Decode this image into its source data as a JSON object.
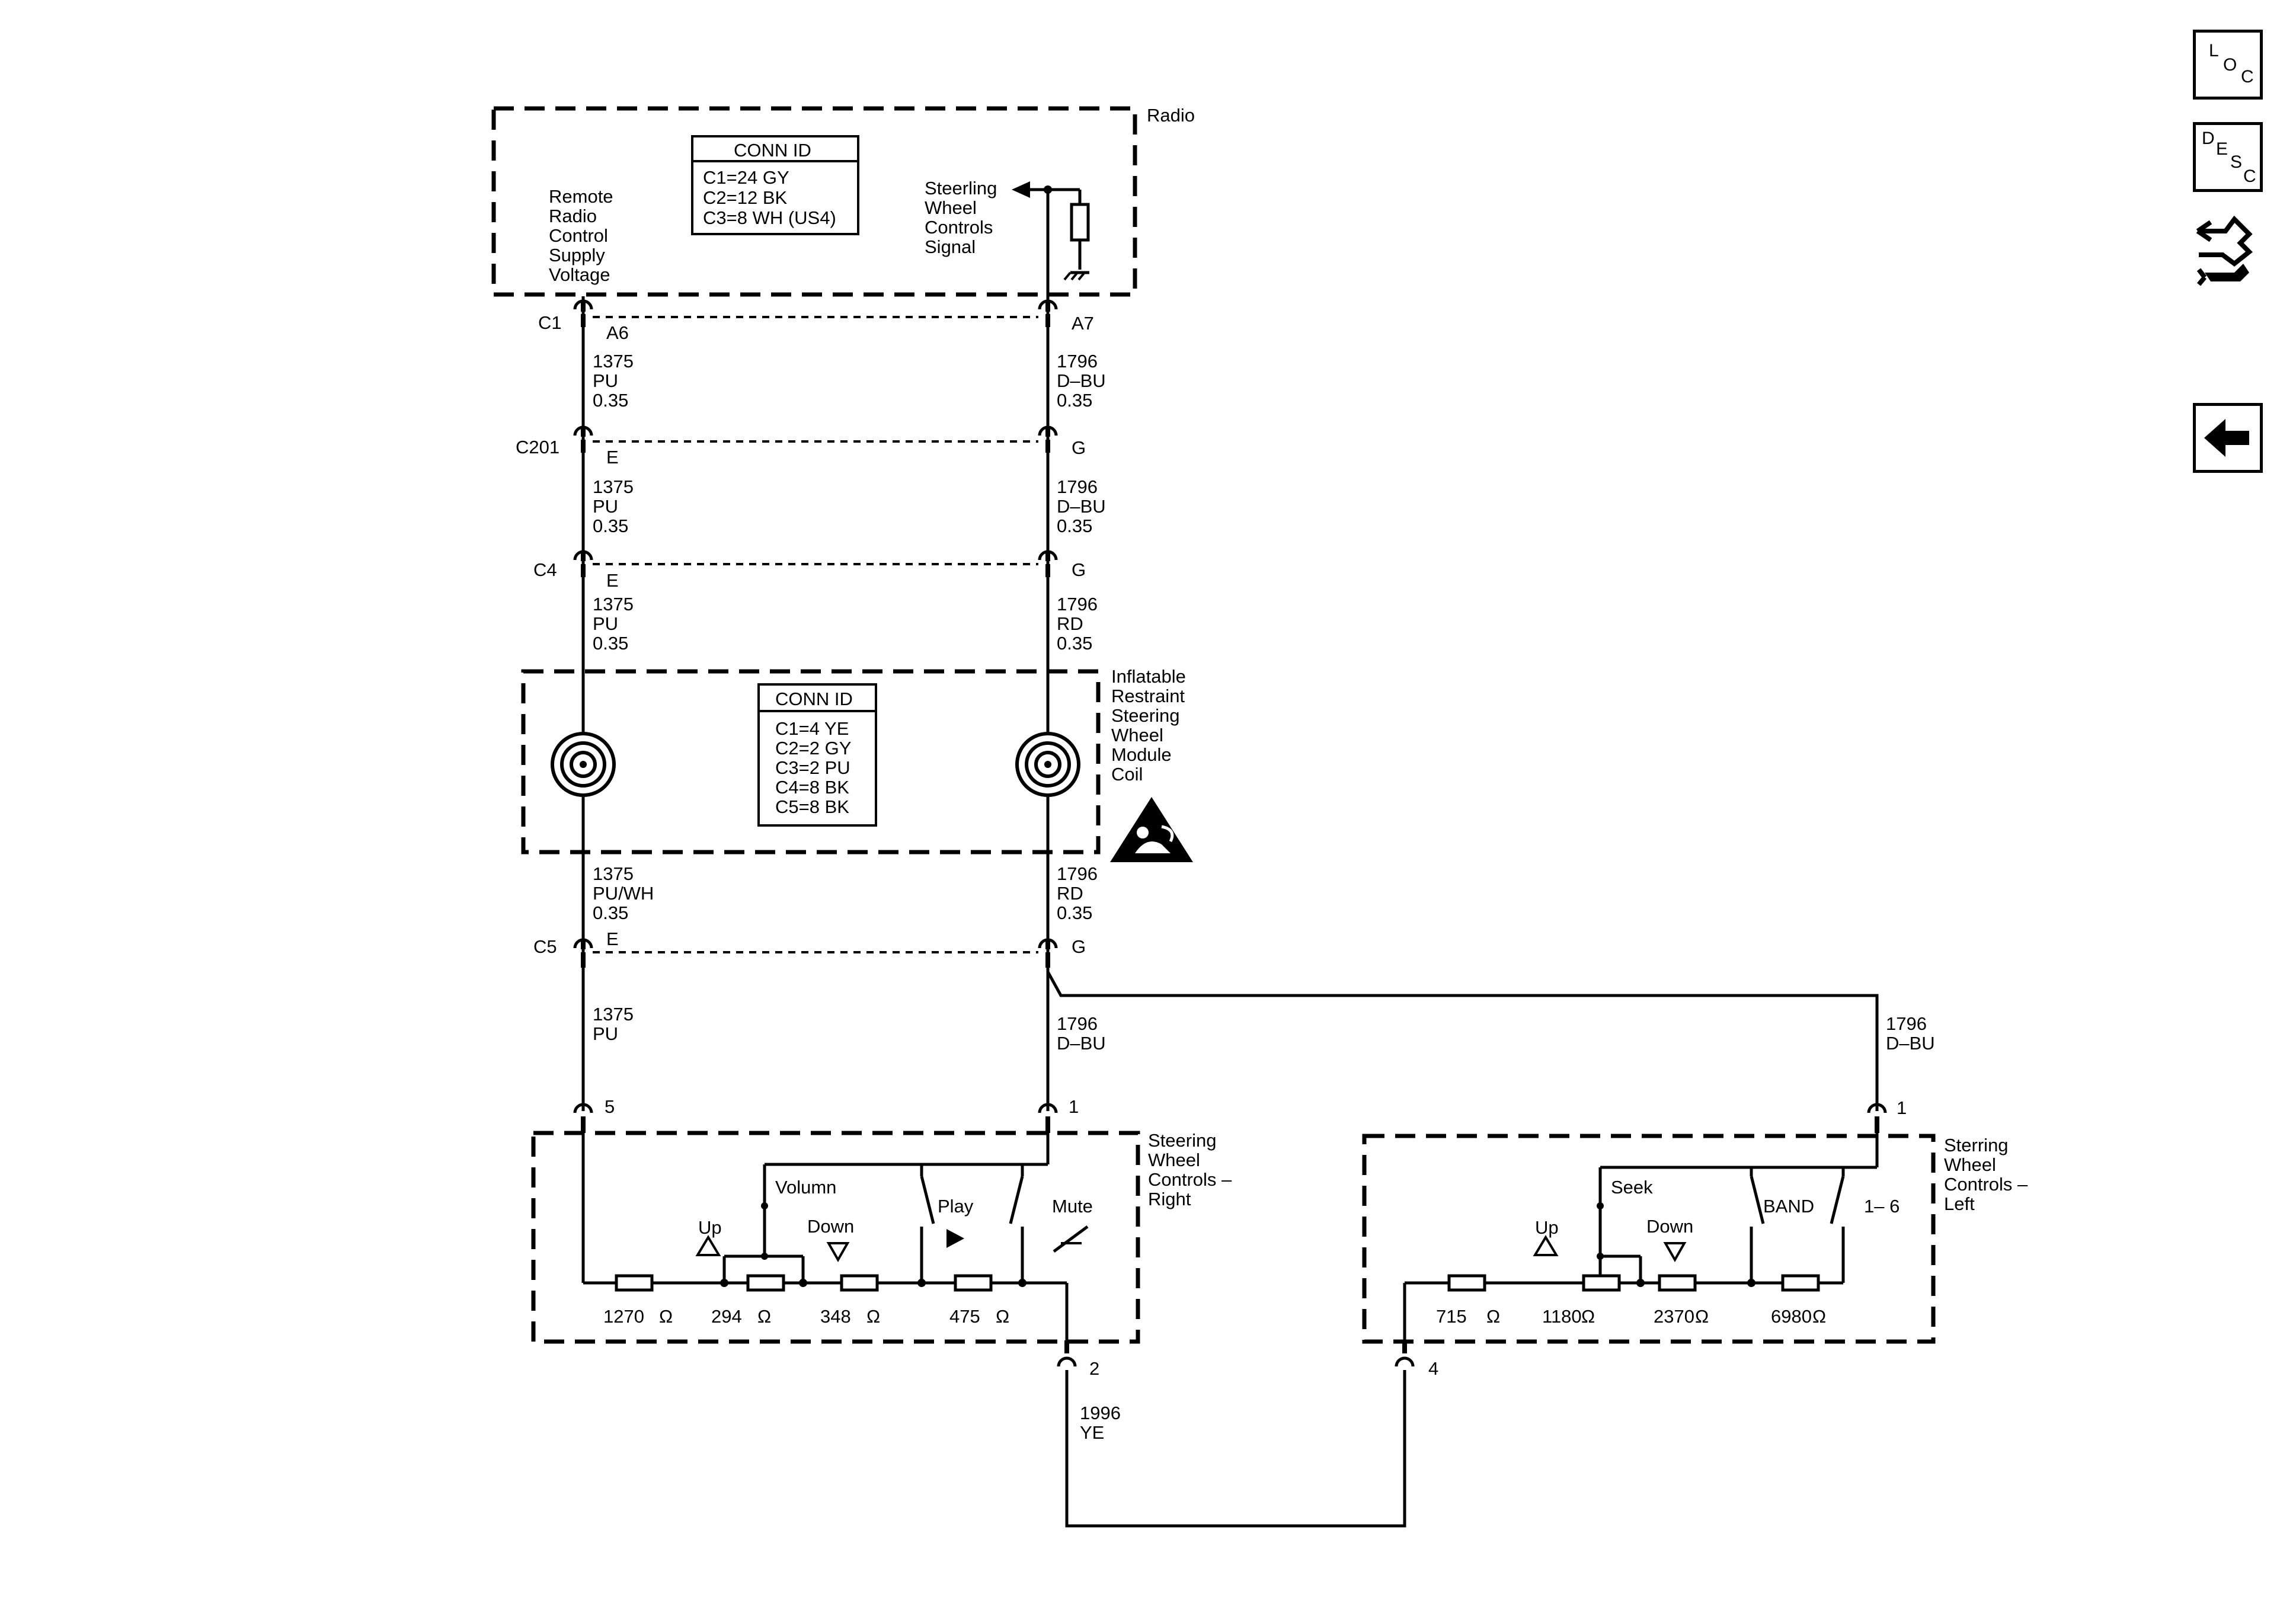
{
  "sidebar": {
    "loc": {
      "l1": "L",
      "l2": "O",
      "l3": "C"
    },
    "desc": {
      "l1": "D",
      "l2": "E",
      "l3": "S",
      "l4": "C"
    },
    "icons": [
      "hand-wrench-icon",
      "back-arrow-icon"
    ]
  },
  "radio": {
    "title": "Radio",
    "conn_id_title": "CONN ID",
    "conn_ids": [
      "C1=24 GY",
      "C2=12 BK",
      "C3=8 WH (US4)"
    ],
    "left_label": [
      "Remote",
      "Radio",
      "Control",
      "Supply",
      "Voltage"
    ],
    "right_label": [
      "Steerling",
      "Wheel",
      "Controls",
      "Signal"
    ]
  },
  "connectors": {
    "c1": "C1",
    "c201": "C201",
    "c4": "C4",
    "c5": "C5",
    "a6": "A6",
    "a7": "A7",
    "e1": "E",
    "g1": "G",
    "e2": "E",
    "g2": "G",
    "e3": "E",
    "g3": "G",
    "pin5": "5",
    "pin1r": "1",
    "pin1l": "1",
    "pin2": "2",
    "pin4": "4"
  },
  "wires": {
    "left_seg1": [
      "1375",
      "PU",
      "0.35"
    ],
    "right_seg1": [
      "1796",
      "D–BU",
      "0.35"
    ],
    "left_seg2": [
      "1375",
      "PU",
      "0.35"
    ],
    "right_seg2": [
      "1796",
      "D–BU",
      "0.35"
    ],
    "left_seg3": [
      "1375",
      "PU",
      "0.35"
    ],
    "right_seg3": [
      "1796",
      "RD",
      "0.35"
    ],
    "left_seg4": [
      "1375",
      "PU/WH",
      "0.35"
    ],
    "right_seg4": [
      "1796",
      "RD",
      "0.35"
    ],
    "left_seg5": [
      "1375",
      "PU"
    ],
    "right_seg5": [
      "1796",
      "D–BU"
    ],
    "far_right": [
      "1796",
      "D–BU"
    ],
    "bottom": [
      "1996",
      "YE"
    ]
  },
  "coil": {
    "label": [
      "Inflatable",
      "Restraint",
      "Steering",
      "Wheel",
      "Module",
      "Coil"
    ],
    "conn_id_title": "CONN ID",
    "conn_ids": [
      "C1=4 YE",
      "C2=2 GY",
      "C3=2 PU",
      "C4=8 BK",
      "C5=8 BK"
    ]
  },
  "swc_right": {
    "label": [
      "Steering",
      "Wheel",
      "Controls –",
      "Right"
    ],
    "volumn": "Volumn",
    "up": "Up",
    "down": "Down",
    "play": "Play",
    "mute": "Mute",
    "resistors": [
      "1270",
      "294",
      "348",
      "475"
    ],
    "ohm": "Ω"
  },
  "swc_left": {
    "label": [
      "Sterring",
      "Wheel",
      "Controls –",
      "Left"
    ],
    "seek": "Seek",
    "up": "Up",
    "down": "Down",
    "band": "BAND",
    "one_six": "1– 6",
    "resistors": [
      "715",
      "1180",
      "2370",
      "6980"
    ],
    "ohm": "Ω"
  }
}
